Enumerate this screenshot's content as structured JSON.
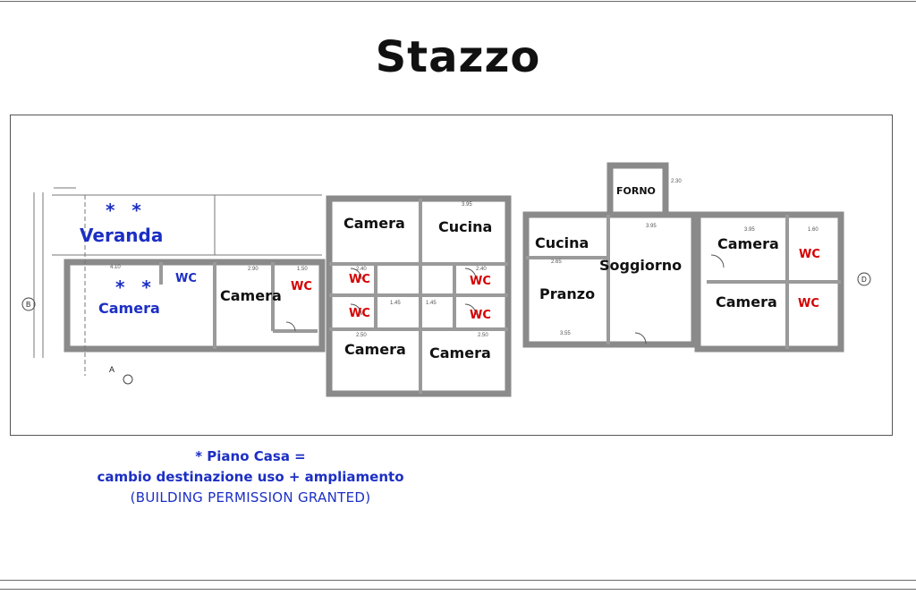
{
  "title": "Stazzo",
  "rooms": {
    "veranda": "Veranda",
    "camera_left": "Camera",
    "camera_a": "Camera",
    "camera_b_top": "Camera",
    "cucina_mid": "Cucina",
    "camera_b_bottom": "Camera",
    "camera_c_bottom": "Camera",
    "cucina_right": "Cucina",
    "pranzo": "Pranzo",
    "soggiorno": "Soggiorno",
    "camera_d_top": "Camera",
    "camera_d_bottom": "Camera",
    "forno": "FORNO"
  },
  "wc": {
    "left": "WC",
    "a": "WC",
    "b1": "WC",
    "b2": "WC",
    "c1": "WC",
    "c2": "WC",
    "d1": "WC",
    "d2": "WC"
  },
  "markers": {
    "veranda_stars": "* *",
    "camera_stars": "* *",
    "axis_left": "B",
    "axis_right": "D",
    "section": "A"
  },
  "dimensions": {
    "d1": "4.10",
    "d2": "2.90",
    "d3": "1.50",
    "d4": "2.40",
    "d5": "2.40",
    "d6": "3.95",
    "d7": "2.65",
    "d8": "3.95",
    "d9": "3.55",
    "d10": "2.50",
    "d11": "2.50",
    "d12": "1.45",
    "d13": "1.45",
    "d14": "3.95",
    "d15": "1.60",
    "d16": "2.30"
  },
  "notes": {
    "line1": "* Piano Casa =",
    "line2": "cambio destinazione uso + ampliamento",
    "line3": "(BUILDING PERMISSION GRANTED)"
  },
  "colors": {
    "blue": "#1c2fc4",
    "red": "#d40000",
    "wall": "#9a9a9a"
  }
}
